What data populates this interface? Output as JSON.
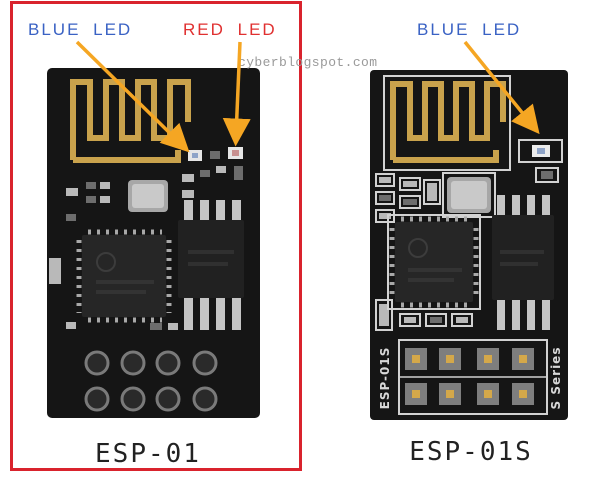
{
  "labels": {
    "left_blue_led": "BLUE LED",
    "left_red_led": "RED LED",
    "right_blue_led": "BLUE LED",
    "watermark": "cyberblogspot.com",
    "left_module": "ESP-01",
    "right_module": "ESP-01S"
  },
  "silkscreen": {
    "left_side": "ESP-01S",
    "right_side": "S Series"
  },
  "colors": {
    "highlight_border": "#d9232d",
    "blue_label": "#3a62c4",
    "red_label": "#e03030",
    "arrow": "#f5a623",
    "pcb": "#151515",
    "antenna": "#c9a24c"
  }
}
